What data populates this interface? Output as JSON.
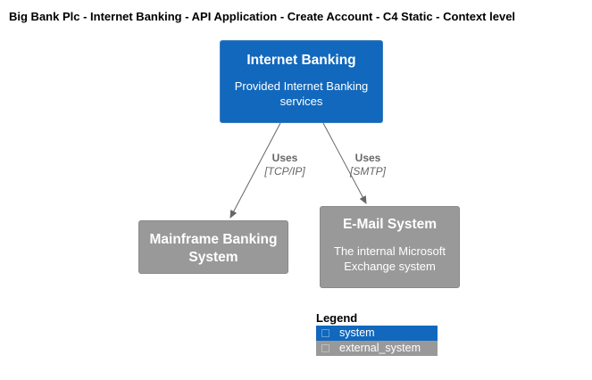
{
  "title": "Big Bank Plc - Internet Banking - API Application - Create Account - C4 Static - Context level",
  "colors": {
    "system": "#1168BD",
    "external_system": "#999999",
    "edge": "#666666"
  },
  "nodes": {
    "internet_banking": {
      "name": "Internet Banking",
      "description": "Provided Internet Banking services"
    },
    "mainframe": {
      "name": "Mainframe Banking System"
    },
    "email": {
      "name": "E-Mail System",
      "description": "The internal Microsoft Exchange system"
    }
  },
  "edges": [
    {
      "from": "Internet Banking",
      "to": "Mainframe Banking System",
      "label": "Uses",
      "technology": "[TCP/IP]"
    },
    {
      "from": "Internet Banking",
      "to": "E-Mail System",
      "label": "Uses",
      "technology": "[SMTP]"
    }
  ],
  "legend": {
    "title": "Legend",
    "items": [
      {
        "label": "system",
        "color": "#1168BD"
      },
      {
        "label": "external_system",
        "color": "#999999"
      }
    ]
  }
}
